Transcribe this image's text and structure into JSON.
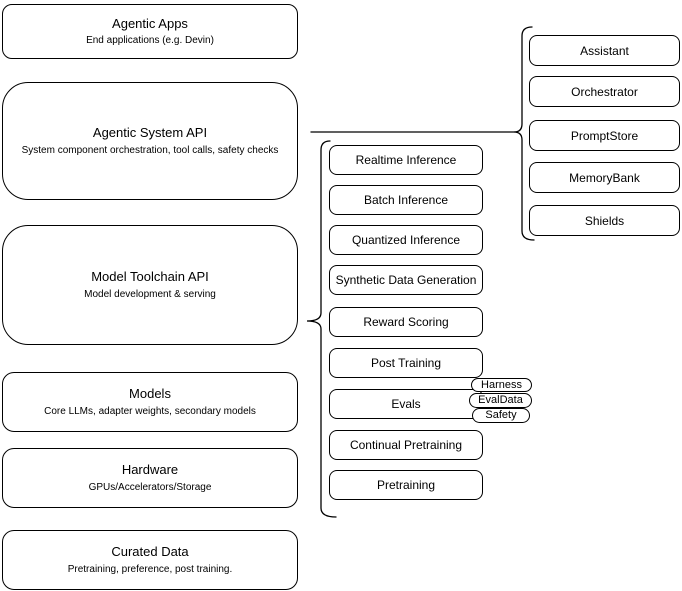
{
  "diagram": {
    "left_stack": [
      {
        "title": "Agentic Apps",
        "subtitle": "End applications (e.g. Devin)"
      },
      {
        "title": "Agentic System API",
        "subtitle": "System component orchestration, tool calls, safety checks"
      },
      {
        "title": "Model Toolchain API",
        "subtitle": "Model development & serving"
      },
      {
        "title": "Models",
        "subtitle": "Core LLMs, adapter weights, secondary models"
      },
      {
        "title": "Hardware",
        "subtitle": "GPUs/Accelerators/Storage"
      },
      {
        "title": "Curated Data",
        "subtitle": "Pretraining, preference, post training."
      }
    ],
    "toolchain_items": [
      "Realtime Inference",
      "Batch Inference",
      "Quantized Inference",
      "Synthetic Data Generation",
      "Reward Scoring",
      "Post Training",
      "Evals",
      "Continual Pretraining",
      "Pretraining"
    ],
    "evals_tags": [
      "Harness",
      "EvalData",
      "Safety"
    ],
    "system_components": [
      "Assistant",
      "Orchestrator",
      "PromptStore",
      "MemoryBank",
      "Shields"
    ],
    "colors": {
      "stroke": "#000000",
      "background": "#ffffff",
      "text": "#000000"
    }
  }
}
